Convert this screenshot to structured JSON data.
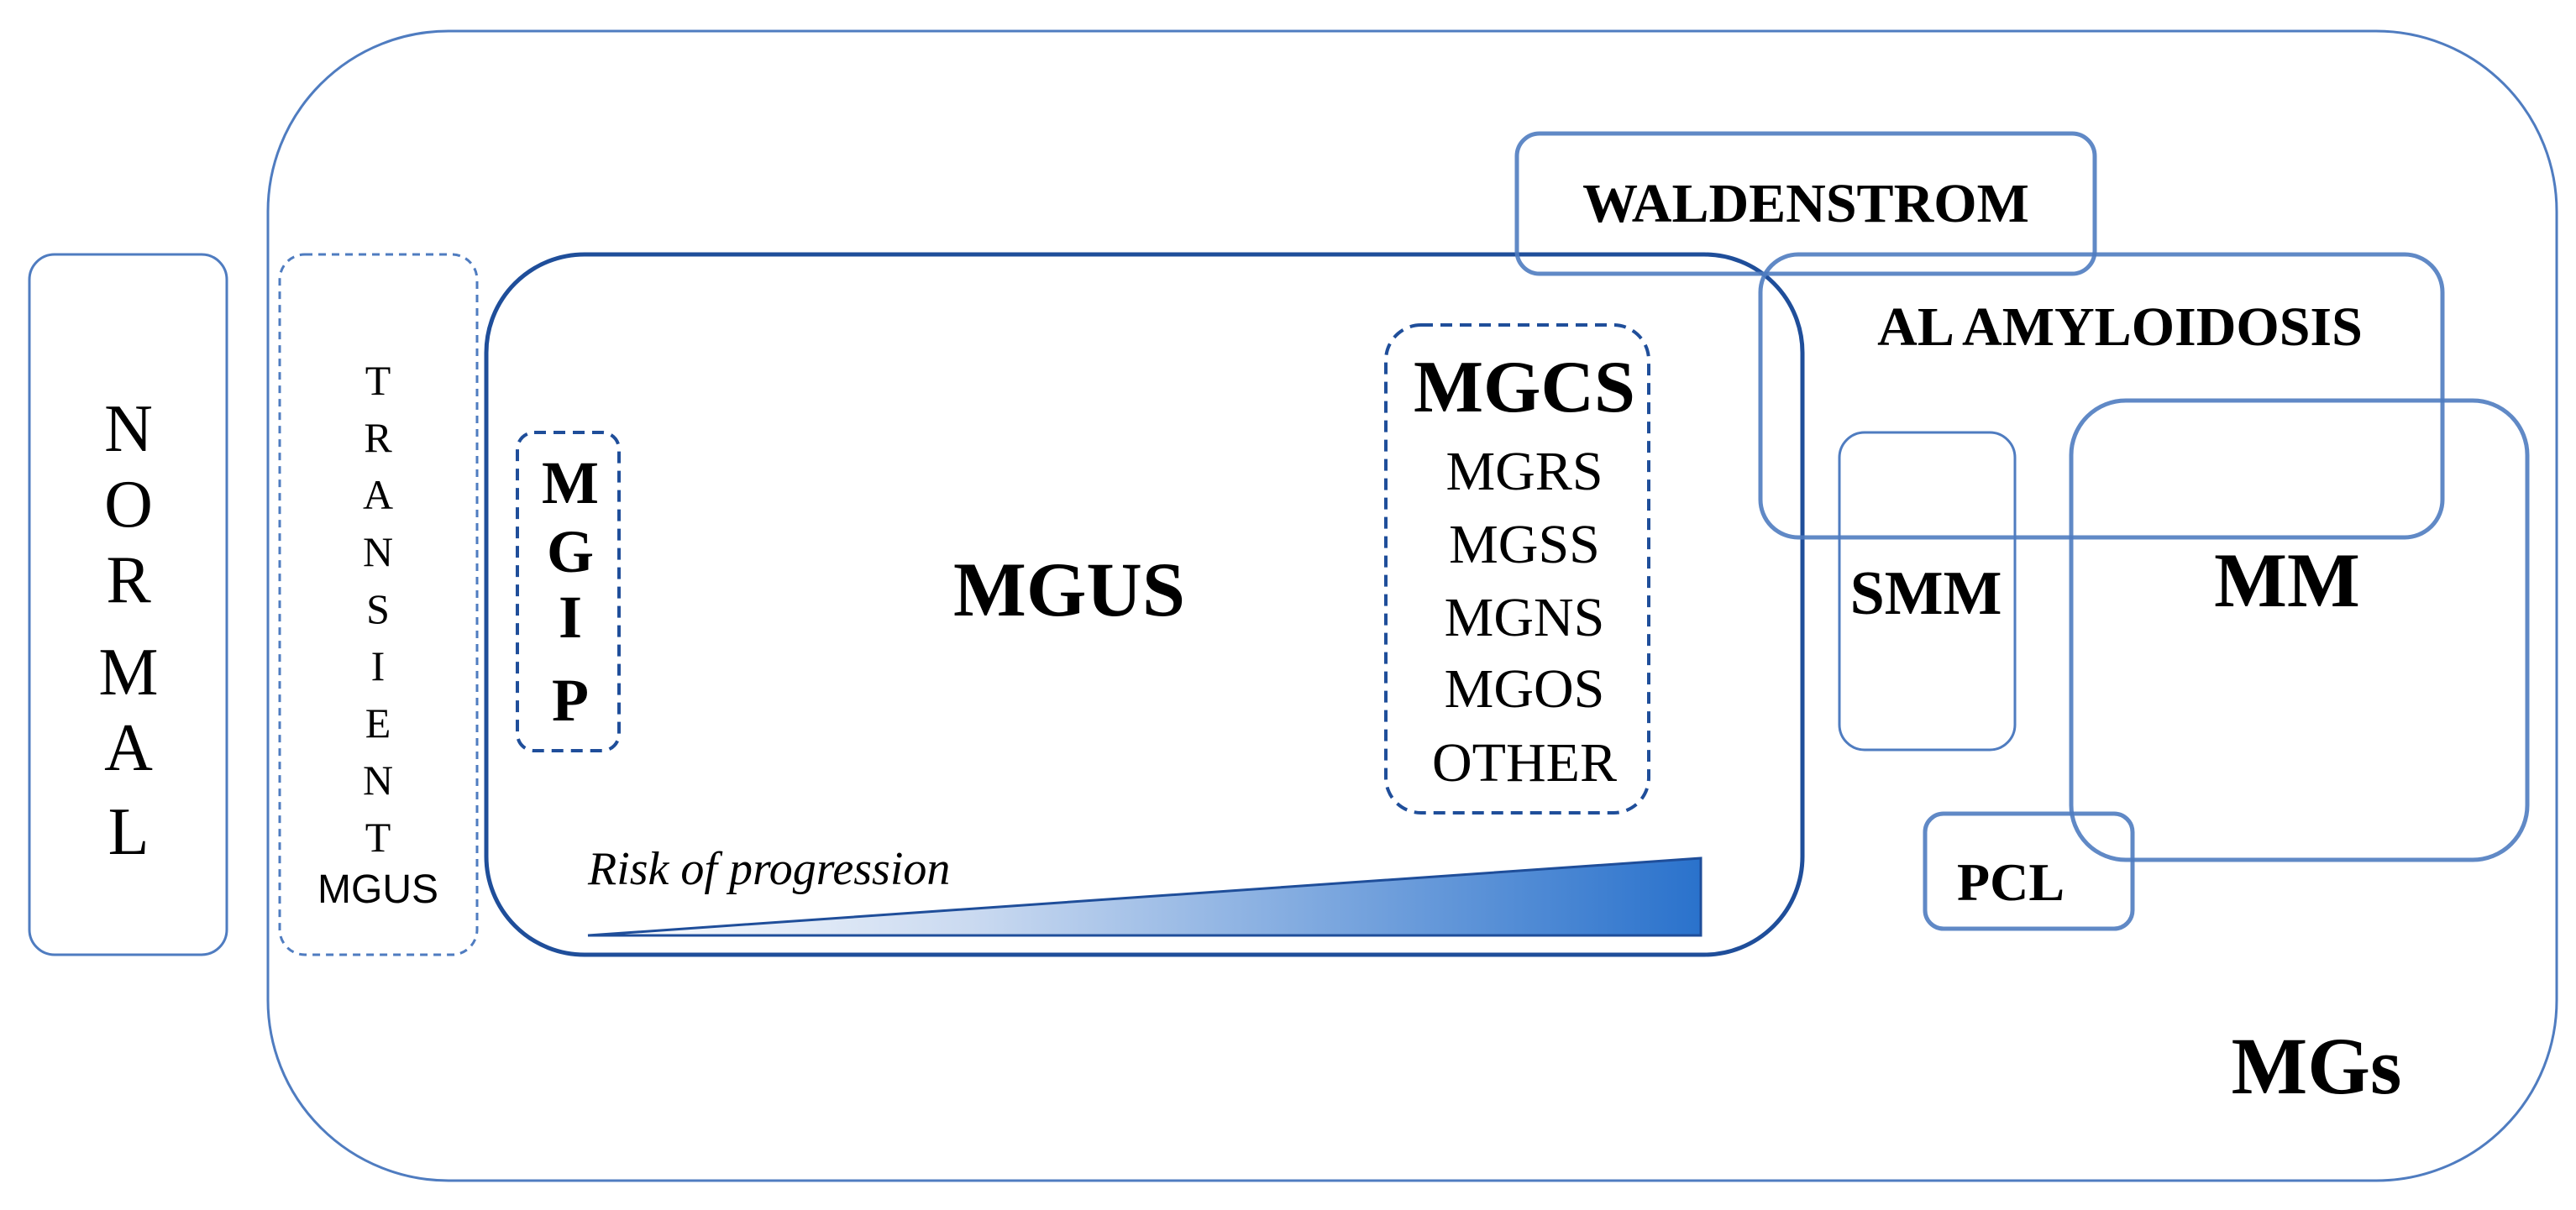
{
  "normal": {
    "letters": [
      "N",
      "O",
      "R",
      "M",
      "A",
      "L"
    ]
  },
  "transient_mgus": {
    "letters": [
      "T",
      "R",
      "A",
      "N",
      "S",
      "I",
      "E",
      "N",
      "T"
    ],
    "suffix": "MGUS"
  },
  "mgip": {
    "letters": [
      "M",
      "G",
      "I",
      "P"
    ]
  },
  "mgus": {
    "label": "MGUS",
    "risk_label": "Risk of progression"
  },
  "mgcs": {
    "title": "MGCS",
    "items": [
      "MGRS",
      "MGSS",
      "MGNS",
      "MGOS",
      "OTHER"
    ]
  },
  "waldenstrom": {
    "label": "WALDENSTROM"
  },
  "al_amyloidosis": {
    "label": "AL AMYLOIDOSIS"
  },
  "smm": {
    "label": "SMM"
  },
  "mm": {
    "label": "MM"
  },
  "pcl": {
    "label": "PCL"
  },
  "mgs": {
    "label": "MGs"
  },
  "colors": {
    "outline_light": "#4f7cc0",
    "outline_dark": "#1f4e9a",
    "gradient_end": "#2a72cc",
    "text": "#000000"
  }
}
